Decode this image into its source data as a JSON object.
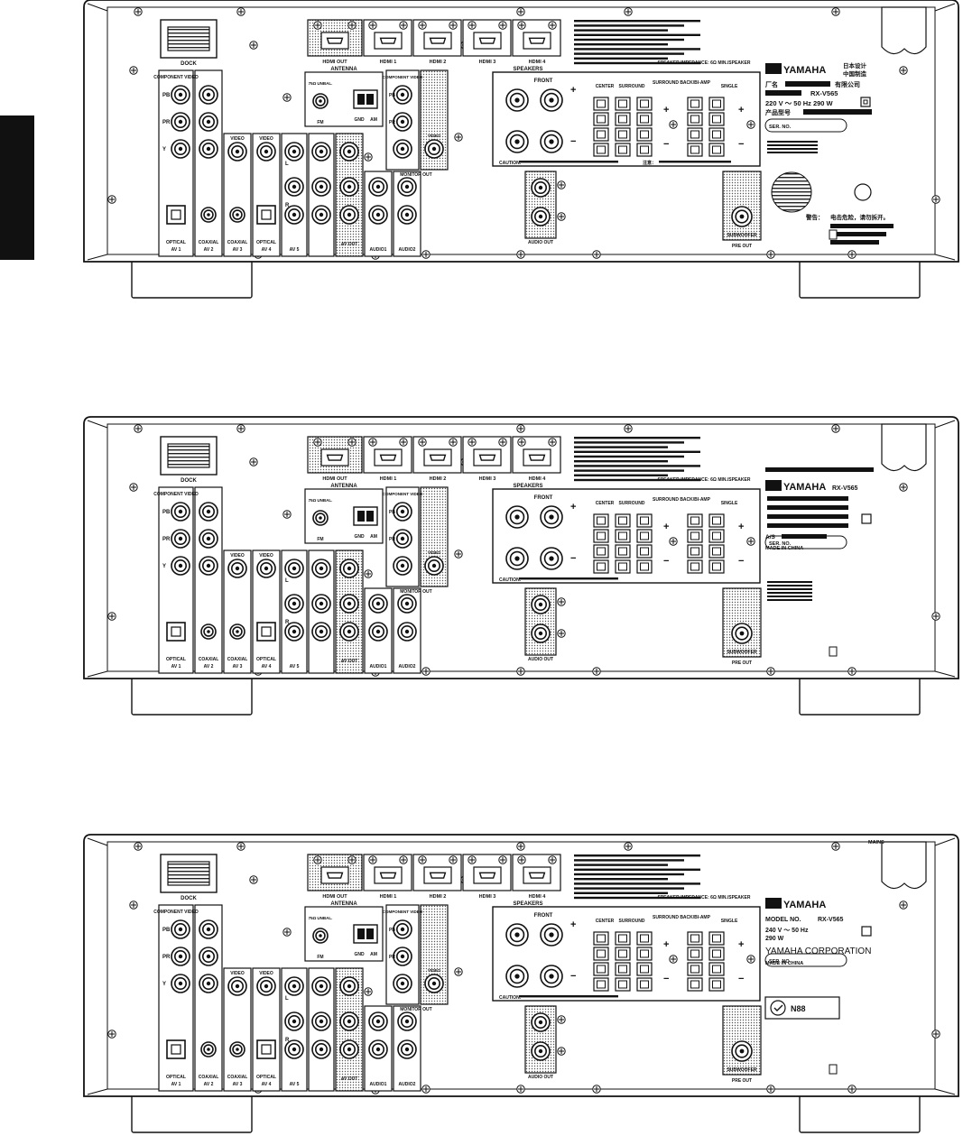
{
  "colors": {
    "ink": "#1a1a1a",
    "panel": "#ffffff",
    "shade": "#d9d9d9",
    "tab": "#111111"
  },
  "common": {
    "dock": "DOCK",
    "antenna": "ANTENNA",
    "am": "AM",
    "gnd": "GND",
    "fm": "FM",
    "fm_unbal": "75Ω UNBAL.",
    "component_video": "COMPONENT VIDEO",
    "pb": "PB",
    "pr": "PR",
    "y": "Y",
    "video": "VIDEO",
    "optical": "OPTICAL",
    "coaxial": "COAXIAL",
    "av_out": "AV OUT",
    "audio1": "AUDIO1",
    "audio2": "AUDIO2",
    "monitor_out": "MONITOR OUT",
    "av1": "AV 1",
    "av2": "AV 2",
    "av3": "AV 3",
    "av4": "AV 4",
    "av5": "AV 5",
    "hdmi_out": "HDMI OUT",
    "hdmi1": "HDMI 1",
    "hdmi2": "HDMI 2",
    "hdmi3": "HDMI 3",
    "hdmi4": "HDMI 4",
    "speakers": "SPEAKERS",
    "front": "FRONT",
    "center": "CENTER",
    "surround": "SURROUND",
    "surround_back": "SURROUND BACK/BI-AMP",
    "single": "SINGLE",
    "speaker_impedance": "SPEAKER IMPEDANCE: 6Ω MIN./SPEAKER",
    "caution": "CAUTION:",
    "audio_out": "AUDIO OUT",
    "subwoofer": "SUBWOOFER",
    "pre_out": "PRE OUT",
    "yamaha": "YAMAHA",
    "ser_no": "SER. NO.",
    "plus": "+",
    "minus": "−",
    "l": "L",
    "r": "R"
  },
  "panels": [
    {
      "variant": "China",
      "speaker_note": "注意：",
      "label_lines": [
        "日本设计",
        "中国制造",
        "厂名",
        "有限公司",
        "RX-V565",
        "220 V ～ 50 Hz 290 W",
        "产品型号",
        "警告：",
        "电击危险，请勿拆开。"
      ],
      "model": "RX-V565"
    },
    {
      "variant": "Korea",
      "speaker_note": "",
      "label_lines": [
        "RX-V565",
        "A/S",
        "MADE IN CHINA"
      ],
      "model": "RX-V565"
    },
    {
      "variant": "General",
      "speaker_note": "",
      "label_lines": [
        "MODEL NO.",
        "RX-V565",
        "240 V ～ 50 Hz",
        "290 W",
        "YAMAHA CORPORATION",
        "MADE IN CHINA",
        "N88"
      ],
      "model": "RX-V565",
      "corner_tag": "MAINS"
    }
  ]
}
